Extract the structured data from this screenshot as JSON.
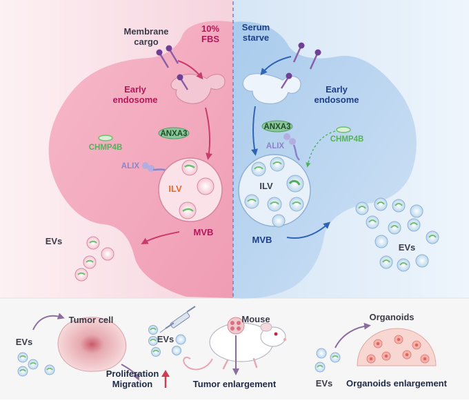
{
  "colors": {
    "pink_bg": "#f7dbe4",
    "pink_cell": "#f2a4bb",
    "blue_bg": "#dceaf7",
    "blue_cell": "#b8d3ee",
    "magenta_text": "#b3175a",
    "navy_text": "#1e3f86",
    "divider": "#6f7fc8",
    "ves_green": "#6cbf6c",
    "receptor": "#8a5ea8",
    "alix": "#8a84c9"
  },
  "icons": [
    "vesicle-icon",
    "receptor-icon",
    "syringe-icon",
    "mouse-icon",
    "up-arrow-icon",
    "tumor-cell-icon",
    "organoid-dome-icon"
  ],
  "left": {
    "condition": "10%\nFBS",
    "membrane_cargo": "Membrane\ncargo",
    "early_endosome": "Early\nendosome",
    "anxa3": "ANXA3",
    "chmp4b": "CHMP4B",
    "alix": "ALIX",
    "ilv": "ILV",
    "mvb": "MVB",
    "evs": "EVs"
  },
  "right": {
    "condition": "Serum\nstarve",
    "early_endosome": "Early\nendosome",
    "anxa3": "ANXA3",
    "chmp4b": "CHMP4B",
    "alix": "ALIX",
    "ilv": "ILV",
    "mvb": "MVB",
    "evs": "EVs"
  },
  "bottom": {
    "tumor_cell": "Tumor cell",
    "evs_tumor": "EVs",
    "proliferation": "Proliferation",
    "migration": "Migration",
    "evs_mouse": "EVs",
    "mouse": "Mouse",
    "tumor_enlargement": "Tumor enlargement",
    "organoids": "Organoids",
    "evs_organoid": "EVs",
    "organoids_enlargement": "Organoids enlargement"
  }
}
